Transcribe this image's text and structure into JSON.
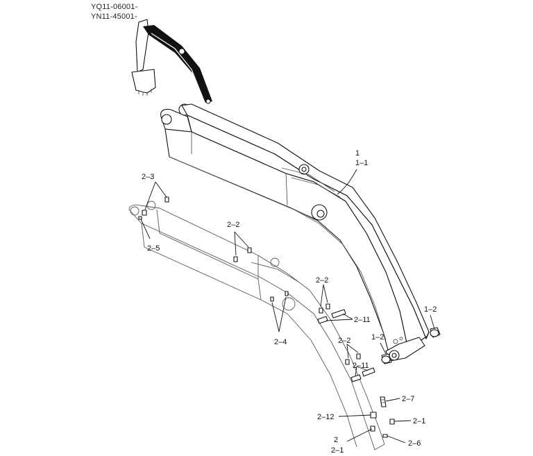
{
  "serials": [
    "YQ11-06001-",
    "YN11-45001-"
  ],
  "callouts": {
    "c1": "1",
    "c1_1": "1–1",
    "c1_2a": "1–2",
    "c1_2b": "1–2",
    "c2_3": "2–3",
    "c2_5": "2–5",
    "c2_2a": "2–2",
    "c2_2b": "2–2",
    "c2_2c": "2–2",
    "c2_11a": "2–11",
    "c2_11b": "2–11",
    "c2_4": "2–4",
    "c2_7": "2–7",
    "c2_12": "2–12",
    "c2_1a": "2–1",
    "c2": "2",
    "c2_1b": "2–1",
    "c2_6": "2–6"
  }
}
